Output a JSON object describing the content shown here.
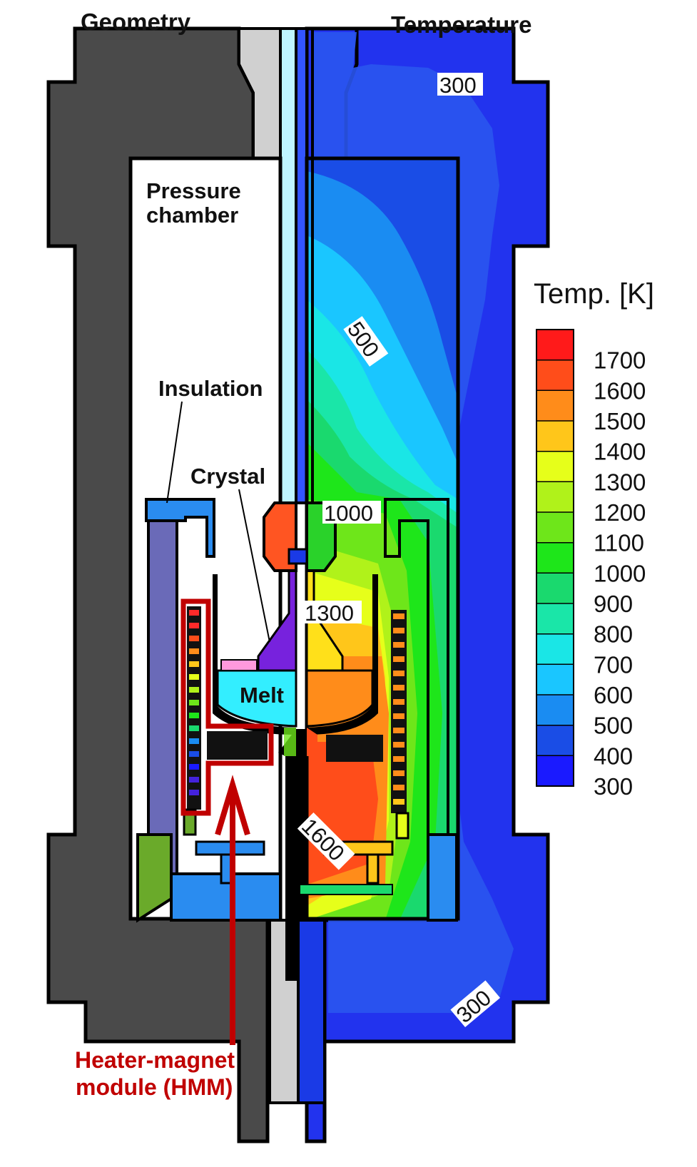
{
  "headings": {
    "geometry": "Geometry",
    "temperature": "Temperature"
  },
  "labels": {
    "pressure_chamber_line1": "Pressure",
    "pressure_chamber_line2": "chamber",
    "insulation": "Insulation",
    "crystal": "Crystal",
    "melt": "Melt",
    "hmm_line1": "Heater-magnet",
    "hmm_line2": "module (HMM)"
  },
  "isotherm_labels": [
    "300",
    "500",
    "1000",
    "1300",
    "1600",
    "300"
  ],
  "legend": {
    "title": "Temp. [K]",
    "ticks": [
      "1700",
      "1600",
      "1500",
      "1400",
      "1300",
      "1200",
      "1100",
      "1000",
      "900",
      "800",
      "700",
      "600",
      "500",
      "400",
      "300"
    ],
    "colors": [
      "#ff1a1a",
      "#ff4d1a",
      "#ff8c1a",
      "#ffc61a",
      "#e6ff1a",
      "#b0f21a",
      "#6ee61a",
      "#1ee61a",
      "#1ad96e",
      "#1ae6a8",
      "#1ae6e6",
      "#1ac6ff",
      "#1a8cf2",
      "#1a4de6",
      "#1a1aff"
    ]
  },
  "colors": {
    "chamber_wall": "#4a4a4a",
    "shaft": "#d0d0d0",
    "annotation_red": "#c00000"
  }
}
